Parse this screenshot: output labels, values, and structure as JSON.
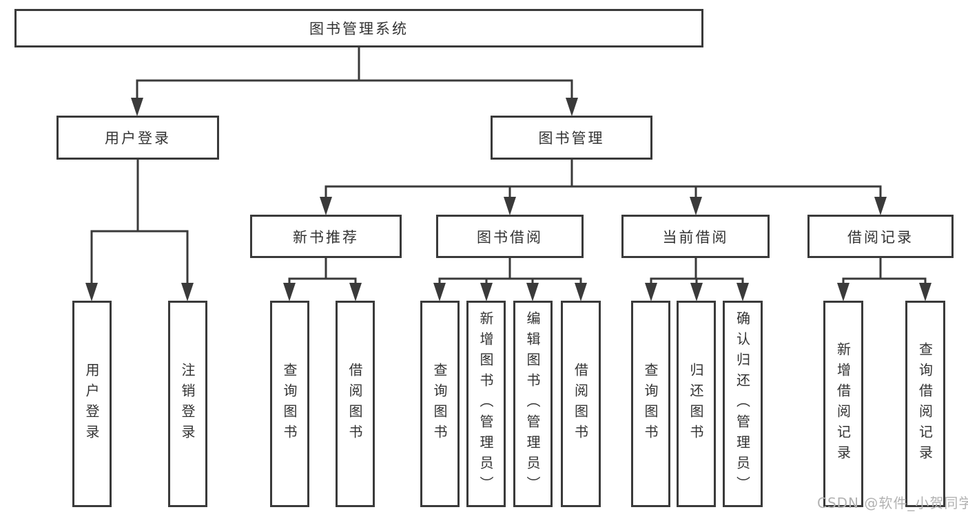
{
  "diagram_type": "functional-structure-tree",
  "nodes": {
    "root": "图书管理系统",
    "user_login": "用户登录",
    "book_mgmt": "图书管理",
    "leaf_user_login": "用户登录",
    "leaf_logout": "注销登录",
    "new_book_rec": "新书推荐",
    "rec_query_book": "查询图书",
    "rec_borrow_book": "借阅图书",
    "book_borrow": "图书借阅",
    "bb_query_book": "查询图书",
    "bb_add_book": "新增图书（管理员）",
    "bb_edit_book": "编辑图书（管理员）",
    "bb_borrow_book": "借阅图书",
    "current_borrow": "当前借阅",
    "cb_query_book": "查询图书",
    "cb_return_book": "归还图书",
    "cb_confirm_return": "确认归还（管理员）",
    "borrow_record": "借阅记录",
    "br_add_record": "新增借阅记录",
    "br_query_record": "查询借阅记录"
  },
  "structure": {
    "图书管理系统": {
      "用户登录": [
        "用户登录",
        "注销登录"
      ],
      "图书管理": {
        "新书推荐": [
          "查询图书",
          "借阅图书"
        ],
        "图书借阅": [
          "查询图书",
          "新增图书（管理员）",
          "编辑图书（管理员）",
          "借阅图书"
        ],
        "当前借阅": [
          "查询图书",
          "归还图书",
          "确认归还（管理员）"
        ],
        "借阅记录": [
          "新增借阅记录",
          "查询借阅记录"
        ]
      }
    }
  },
  "watermark": "CSDN @软件_小贺同学",
  "colors": {
    "line": "#3a3a3a",
    "text": "#333333",
    "background": "#ffffff",
    "watermark": "#b2b2b2"
  }
}
